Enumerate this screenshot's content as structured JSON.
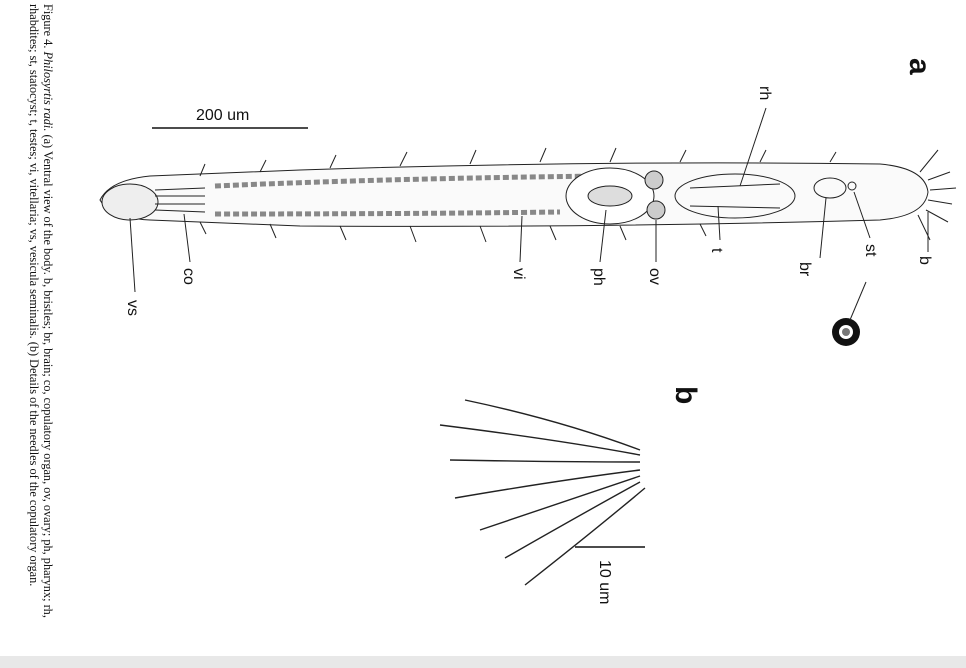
{
  "caption": {
    "lead": "Figure 4.",
    "species": "Philosyrtis radi.",
    "text": " (a) Ventral view of the body. b, bristles; br, brain; co, copulatory organ, ov, ovary; ph, pharynx; rh, rhabdites; st, statocyst; t, testes; vi, vitellaria; vs, vesicula seminalis. (b) Details of the needles of the copulatory organ."
  },
  "panels": {
    "a": "a",
    "b": "b"
  },
  "scale_bars": {
    "a": "200 um",
    "b": "10 um"
  },
  "labels": {
    "rh": "rh",
    "st": "st",
    "br": "br",
    "b": "b",
    "t": "t",
    "ov": "ov",
    "ph": "ph",
    "vi": "vi",
    "co": "co",
    "vs": "vs"
  },
  "colors": {
    "ink": "#111111",
    "footer": "#e8e8e8"
  }
}
